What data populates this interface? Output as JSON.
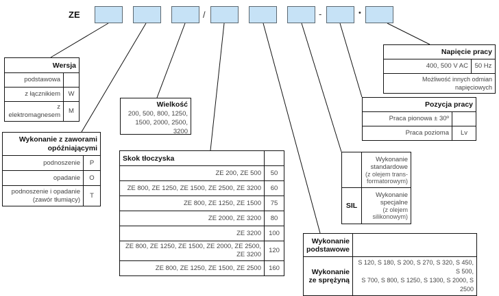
{
  "code": {
    "prefix": "ZE",
    "separators": {
      "slash": "/",
      "dash": "-",
      "dot": "•"
    },
    "box_color": "#c6e2f6"
  },
  "wersja": {
    "title": "Wersja",
    "rows": [
      {
        "label": "podstawowa",
        "code": ""
      },
      {
        "label": "z łącznikiem",
        "code": "W"
      },
      {
        "label": "z elektromagnesem",
        "code": "M"
      }
    ]
  },
  "zawory": {
    "title_line1": "Wykonanie z zaworami",
    "title_line2": "opóźniającymi",
    "rows": [
      {
        "label": "podnoszenie",
        "code": "P"
      },
      {
        "label": "opadanie",
        "code": "O"
      },
      {
        "label_line1": "podnoszenie i opadanie",
        "label_line2": "(zawór tłumiący)",
        "code": "T"
      }
    ]
  },
  "wielkosc": {
    "title": "Wielkość",
    "line1": "200, 500, 800, 1250,",
    "line2": "1500, 2000, 2500, 3200"
  },
  "skok": {
    "title": "Skok tłoczyska",
    "rows": [
      {
        "models": "ZE 200, ZE 500",
        "value": "50"
      },
      {
        "models": "ZE 800, ZE 1250, ZE 1500, ZE 2500, ZE 3200",
        "value": "60"
      },
      {
        "models": "ZE 800,  ZE 1250, ZE 1500",
        "value": "75"
      },
      {
        "models": "ZE 2000, ZE 3200",
        "value": "80"
      },
      {
        "models": "ZE 3200",
        "value": "100"
      },
      {
        "models": "ZE 800,  ZE 1250, ZE 1500, ZE 2000, ZE 2500, ZE 3200",
        "value": "120"
      },
      {
        "models": "ZE 800,  ZE 1250, ZE 1500, ZE 2500",
        "value": "160"
      }
    ]
  },
  "napiecie": {
    "title": "Napięcie pracy",
    "voltage": "400, 500 V AC",
    "frequency": "50 Hz",
    "note": "Możliwość innych odmian napięciowych"
  },
  "pozycja": {
    "title": "Pozycja pracy",
    "rows": [
      {
        "label": "Praca pionowa ± 30º",
        "code": ""
      },
      {
        "label": "Praca pozioma",
        "code": "Lv"
      }
    ]
  },
  "olej": {
    "rows": [
      {
        "code": "",
        "title_line1": "Wykonanie",
        "title_line2": "standardowe",
        "sub_line1": "(z olejem trans-",
        "sub_line2": "formatorowym)"
      },
      {
        "code": "SIL",
        "title_line1": "Wykonanie",
        "title_line2": "specjalne",
        "sub_line1": "(z olejem",
        "sub_line2": "silikonowym)"
      }
    ]
  },
  "sprezyna": {
    "rows": [
      {
        "title_line1": "Wykonanie",
        "title_line2": "podstawowe",
        "values_line1": "",
        "values_line2": ""
      },
      {
        "title_line1": "Wykonanie",
        "title_line2": "ze sprężyną",
        "values_line1": "S 120, S 180, S 200, S 270,  S 320, S 450, S 500,",
        "values_line2": "S 700, S 800, S 1250,  S 1300, S 2000, S 2500"
      }
    ]
  }
}
